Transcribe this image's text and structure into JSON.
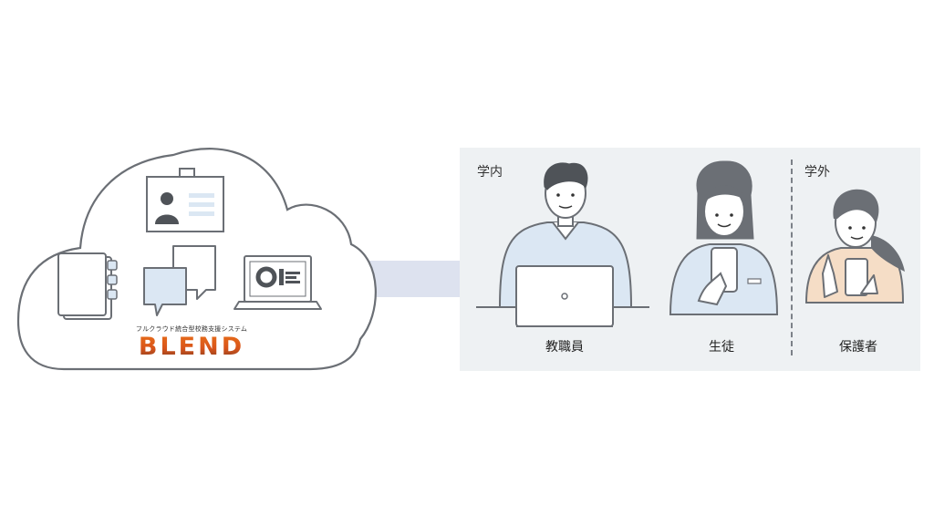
{
  "cloud": {
    "logo_subtitle": "フルクラウド統合型校務支援システム",
    "logo_text": "BLEND",
    "icons": [
      "id-card-icon",
      "notebook-icon",
      "chat-bubbles-icon",
      "laptop-dashboard-icon"
    ]
  },
  "zones": {
    "inside": "学内",
    "outside": "学外"
  },
  "roles": {
    "staff": "教職員",
    "student": "生徒",
    "guardian": "保護者"
  },
  "colors": {
    "outline": "#6b6f75",
    "panel": "#eef1f3",
    "connector": "#dde2ef",
    "accent_blue": "#dbe7f3",
    "logo_orange": "#e3641b"
  }
}
